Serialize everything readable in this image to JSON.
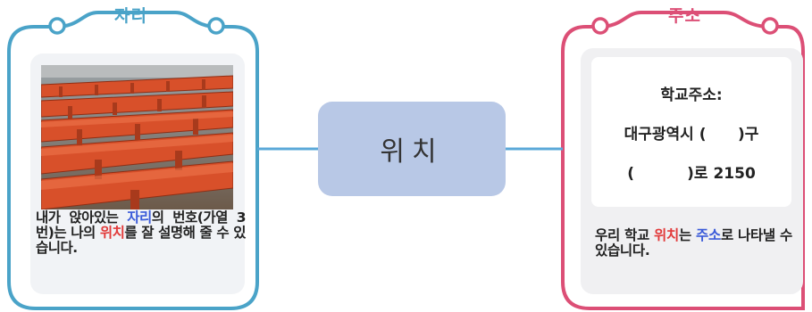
{
  "colors": {
    "left_frame": "#4aa3c8",
    "right_frame": "#dc4f76",
    "right_inner": "#f0f0f2",
    "connector": "#5aa8d8",
    "center_box": "#b8c8e6",
    "highlight_blue": "#3b5bd9",
    "highlight_red": "#e23a3a"
  },
  "left_panel": {
    "title": "자리",
    "image": "stadium-seats",
    "caption": {
      "part1": "내가 앉아있는 ",
      "hl1": "자리",
      "part2": "의 번호(가열 3번)는 나의 ",
      "hl2": "위치",
      "part3": "를 잘 설명해 줄 수 있습니다."
    }
  },
  "center": {
    "label": "위치"
  },
  "right_panel": {
    "title": "주소",
    "address": {
      "line1": "학교주소:",
      "line2": "대구광역시 (      )구",
      "line3": "(          )로 2150"
    },
    "caption": {
      "part1": "우리 학교 ",
      "hl1": "위치",
      "part2": "는 ",
      "hl2": "주소",
      "part3": "로 나타낼 수 있습니다."
    }
  }
}
